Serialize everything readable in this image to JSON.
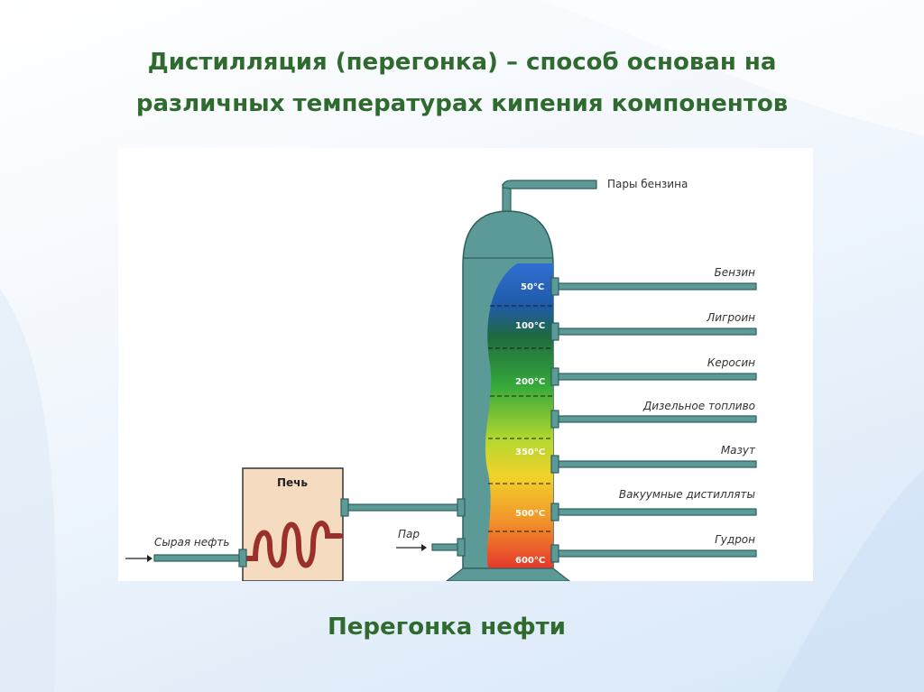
{
  "slide": {
    "title_line1": "Дистилляция (перегонка) – способ основан на",
    "title_line2": "различных температурах кипения компонентов",
    "caption": "Перегонка нефти"
  },
  "diagram": {
    "top_vapor_label": "Пары бензина",
    "furnace_label": "Печь",
    "crude_label": "Сырая нефть",
    "steam_label": "Пар",
    "fractions": [
      {
        "name": "Бензин",
        "temp": "50°C"
      },
      {
        "name": "Лигроин",
        "temp": "100°C"
      },
      {
        "name": "Керосин",
        "temp": "200°C"
      },
      {
        "name": "Дизельное топливо",
        "temp": ""
      },
      {
        "name": "Мазут",
        "temp": "350°C"
      },
      {
        "name": "Вакуумные дистилляты",
        "temp": "500°C"
      },
      {
        "name": "Гудрон",
        "temp": "600°C"
      }
    ],
    "colors": {
      "column": "#5b9a96",
      "column_stroke": "#2f5f5c",
      "furnace_fill": "#f5dcc0",
      "coil": "#9b2f2a",
      "title_green": "#2f6b2e"
    }
  }
}
